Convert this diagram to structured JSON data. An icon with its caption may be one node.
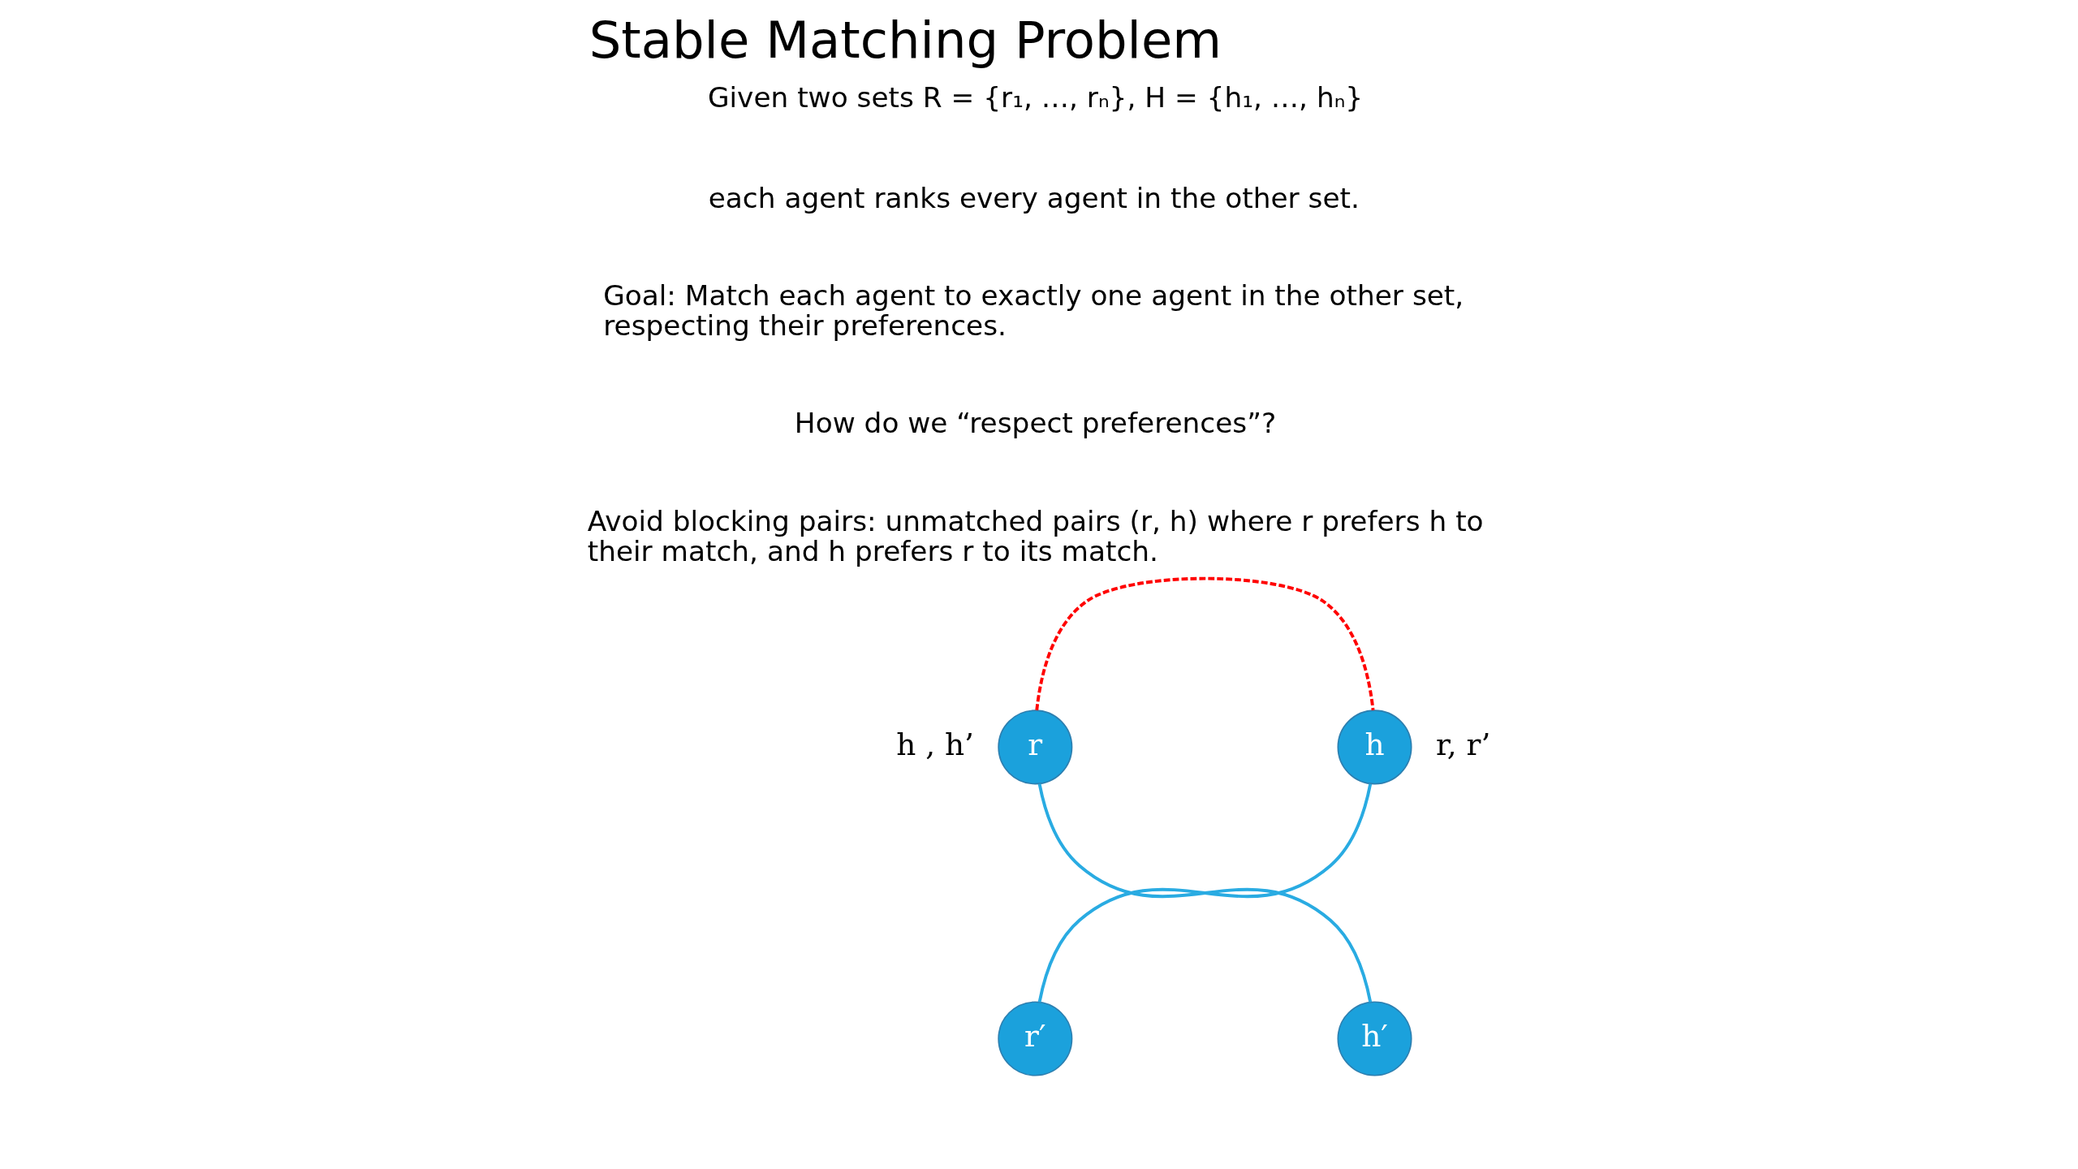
{
  "diagram": {
    "title": "Stable Matching Problem",
    "nodes": [
      {
        "text": [
          "r"
        ],
        "beside": [
          "h , h’"
        ]
      },
      {
        "text": [
          "h"
        ],
        "beside": [
          "r, r’"
        ]
      },
      {
        "text": [
          "r′"
        ]
      },
      {
        "text": [
          "h′"
        ]
      }
    ],
    "edges": [
      {
        "from": 0,
        "to": 1,
        "arrow": "none",
        "style": "dashed",
        "color": "#ff0000"
      },
      {
        "from": 0,
        "to": 3,
        "arrow": "none"
      },
      {
        "from": 2,
        "to": 1,
        "arrow": "none"
      }
    ],
    "labels": [
      "Given two sets R = {r₁, …, rₙ}, H = {h₁, …, hₙ}",
      "each agent ranks every agent in the other set.",
      "Goal: Match each agent to exactly one agent in the other set, respecting their preferences.",
      "How do we “respect preferences”?",
      "Avoid blocking pairs: unmatched pairs (r, h) where r prefers h to their match, and h prefers r to its match."
    ]
  }
}
